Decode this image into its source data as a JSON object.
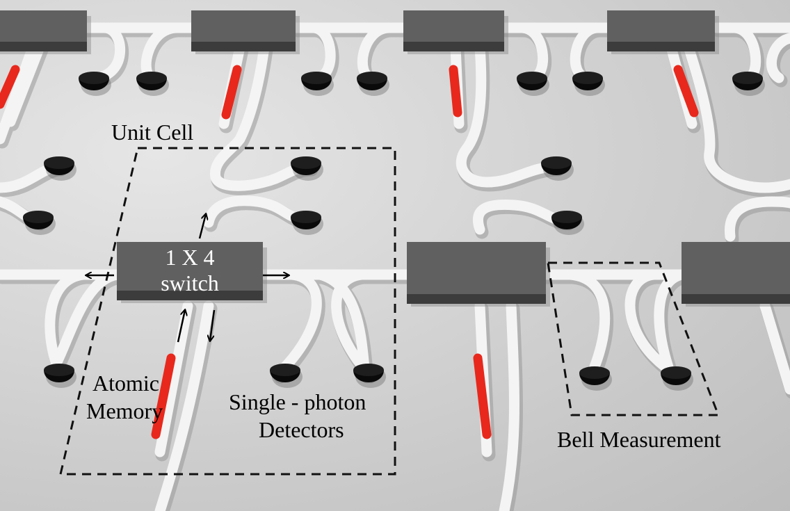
{
  "diagram": {
    "unit_cell_label": "Unit Cell",
    "switch_label_line1": "1 X 4",
    "switch_label_line2": "switch",
    "memory_label_line1": "Atomic",
    "memory_label_line2": "Memory",
    "detectors_label_line1": "Single - photon",
    "detectors_label_line2": "Detectors",
    "bell_label": "Bell Measurement"
  },
  "colors": {
    "background": "#d4d4d4",
    "waveguide": "#f4f4f4",
    "waveguide_shadow": "#9a9a9a",
    "switch_top": "#606060",
    "switch_front": "#3c3c3c",
    "detector": "#0a0a0a",
    "memory": "#e8281c",
    "dashed_box": "#111111"
  },
  "icons": [
    "switch-block-icon",
    "detector-icon",
    "atomic-memory-icon",
    "arrow-icon"
  ]
}
